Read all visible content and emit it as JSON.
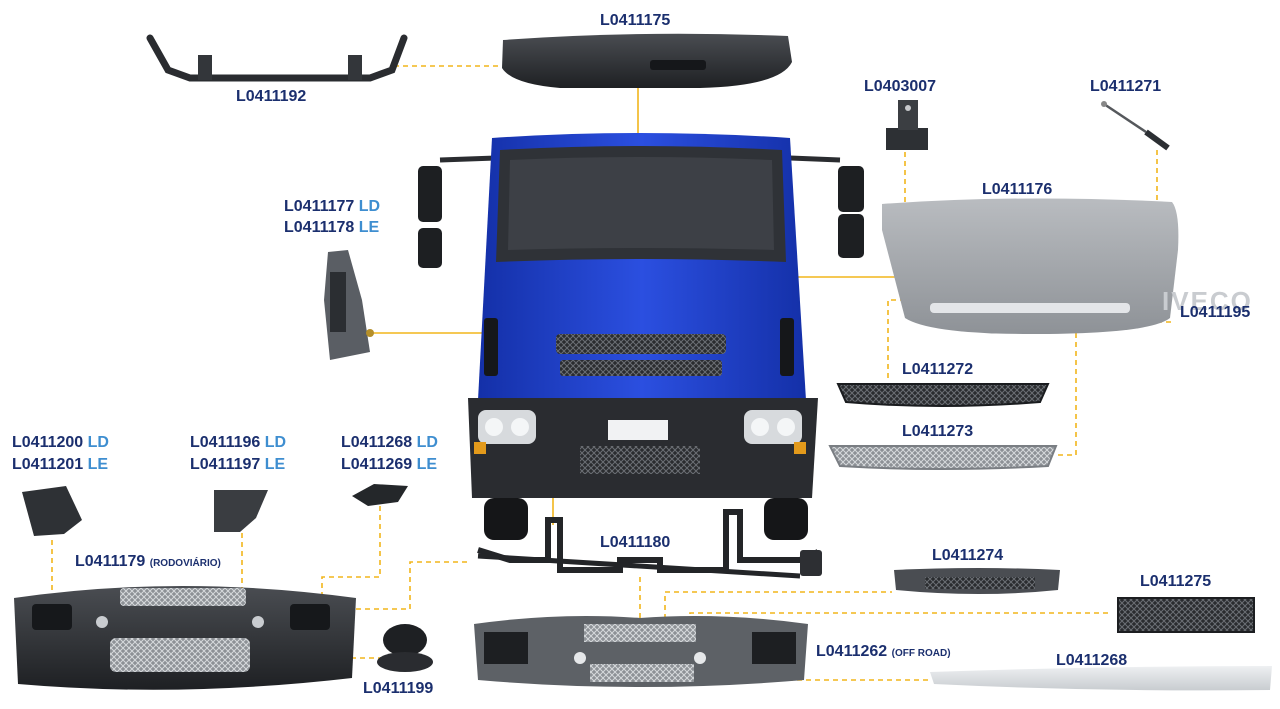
{
  "brand_text": "IVECO",
  "parts": [
    {
      "id": "roof_bracket",
      "code": "L0411192"
    },
    {
      "id": "sun_visor",
      "code": "L0411175"
    },
    {
      "id": "hood_bracket",
      "code": "L0403007"
    },
    {
      "id": "gas_strut",
      "code": "L0411271"
    },
    {
      "id": "hood",
      "code": "L0411176"
    },
    {
      "id": "hood_trim",
      "code": "L0411195"
    },
    {
      "id": "corner_panel",
      "code": "L0411177",
      "side": "LD",
      "code2": "L0411178",
      "side2": "LE"
    },
    {
      "id": "upper_grille",
      "code": "L0411272"
    },
    {
      "id": "lower_grille",
      "code": "L0411273"
    },
    {
      "id": "bumper_end",
      "code": "L0411200",
      "side": "LD",
      "code2": "L0411201",
      "side2": "LE"
    },
    {
      "id": "step_cover",
      "code": "L0411196",
      "side": "LD",
      "code2": "L0411197",
      "side2": "LE"
    },
    {
      "id": "fog_bezel",
      "code": "L0411268",
      "side": "LD",
      "code2": "L0411269",
      "side2": "LE"
    },
    {
      "id": "bumper_road",
      "code": "L0411179",
      "note": "(RODOVIÁRIO)"
    },
    {
      "id": "bumper_support",
      "code": "L0411180"
    },
    {
      "id": "bumper_grille_top",
      "code": "L0411274"
    },
    {
      "id": "bumper_grille",
      "code": "L0411275"
    },
    {
      "id": "bumper_offroad",
      "code": "L0411262",
      "note": "(OFF ROAD)"
    },
    {
      "id": "spoiler",
      "code": "L0411268"
    },
    {
      "id": "fog_cap",
      "code": "L0411199"
    }
  ],
  "colors": {
    "label": "#1b2f6e",
    "side": "#3e8ed0",
    "leader": "#f2b51c",
    "cab": "#1f3fc9"
  }
}
